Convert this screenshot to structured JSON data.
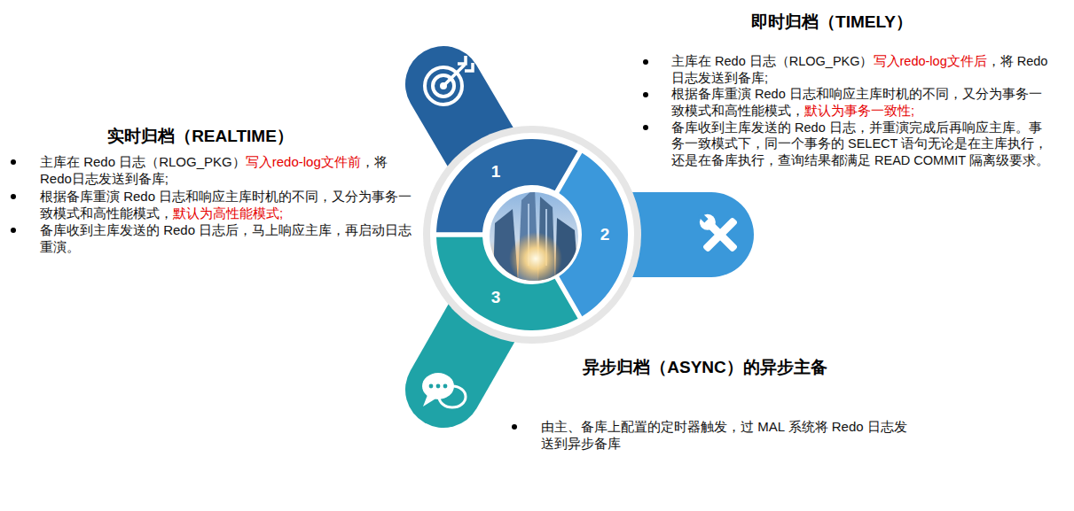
{
  "diagram": {
    "nodes": [
      {
        "text": [
          "1"
        ]
      },
      {
        "text": [
          "2"
        ]
      },
      {
        "text": [
          "3"
        ]
      }
    ],
    "labels": [
      "即时归档（TIMELY）",
      "主库在 Redo 日志（RLOG_PKG）",
      "写入redo-log文件后",
      "，将 Redo日志发送到备库;",
      "根据备库重演 Redo 日志和响应主库时机的不同，又分为事务一致模式和高性能模式，",
      "默认为事务一致性;",
      "备库收到主库发送的 Redo 日志，并重演完成后再响应主库。事务一致模式下，同一个事务的 SELECT 语句无论是在主库执行，还是在备库执行，查询结果都满足 READ COMMIT 隔离级要求。",
      "实时归档（REALTIME）",
      "主库在 Redo 日志（RLOG_PKG）",
      "写入redo-log文件前",
      "，将 Redo日志发送到备库;",
      "根据备库重演 Redo 日志和响应主库时机的不同，又分为事务一致模式和高性能模式，",
      "默认为高性能模式;",
      "备库收到主库发送的 Redo 日志后，马上响应主库，再启动日志重演。",
      "异步归档（ASYNC）的异步主备",
      "由主、备库上配置的定时器触发，过 MAL 系统将 Redo 日志发送到异步备库"
    ]
  }
}
